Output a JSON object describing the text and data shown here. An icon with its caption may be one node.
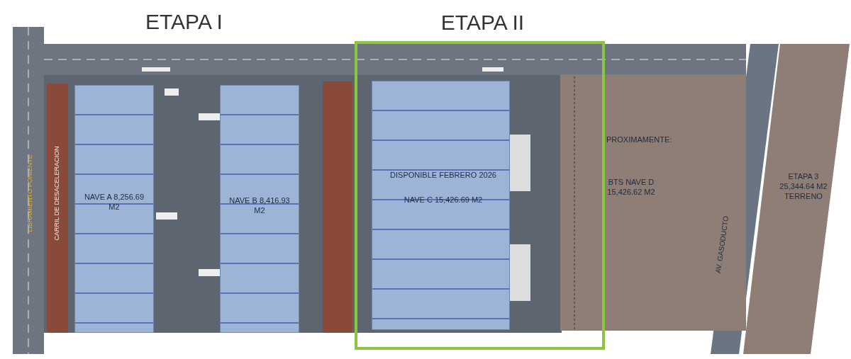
{
  "diagram": {
    "nodes": [
      {
        "text": [
          "NAVE A 8,256.69 M2"
        ]
      },
      {
        "text": [
          "NAVE B 8,416.93 M2"
        ]
      },
      {
        "text": [
          "ETAPA II"
        ]
      },
      {
        "text": [
          "DISPONIBLE FEBRERO 2026",
          "NAVE C 15,426.69 M2"
        ],
        "in": 2
      },
      {
        "text": [
          "PROXIMAMENTE:",
          "BTS NAVE D 15,426.62 M2"
        ]
      },
      {
        "text": [
          "ETAPA 3 25,344.64 M2 TERRENO"
        ]
      }
    ],
    "edges": [],
    "labels": [
      "ETAPA I",
      "LIBRAMIENTO PONIENTE",
      "CARRIL DE DESACELERACION",
      "AV. GASODUCTO"
    ]
  }
}
